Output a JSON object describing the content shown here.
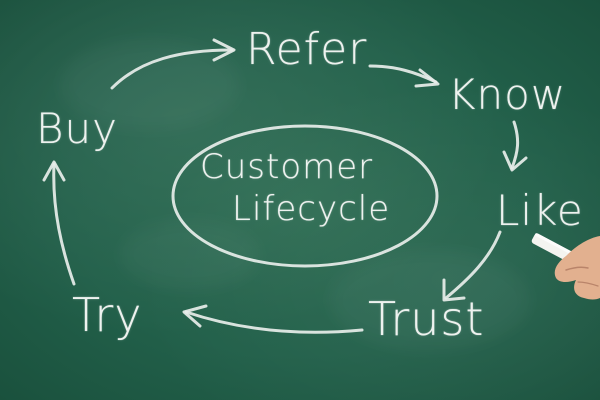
{
  "board": {
    "steps": {
      "refer": "Refer",
      "know": "Know",
      "like": "Like",
      "trust": "Trust",
      "try": "Try",
      "buy": "Buy"
    },
    "center": {
      "line1": "Customer",
      "line2": "Lifecycle"
    }
  },
  "colors": {
    "chalkboard": "#22604a",
    "chalk": "#eef2ef"
  },
  "icons": [
    "chalk-arrow-icon",
    "chalk-ellipse-icon",
    "hand-holding-chalk-icon"
  ]
}
